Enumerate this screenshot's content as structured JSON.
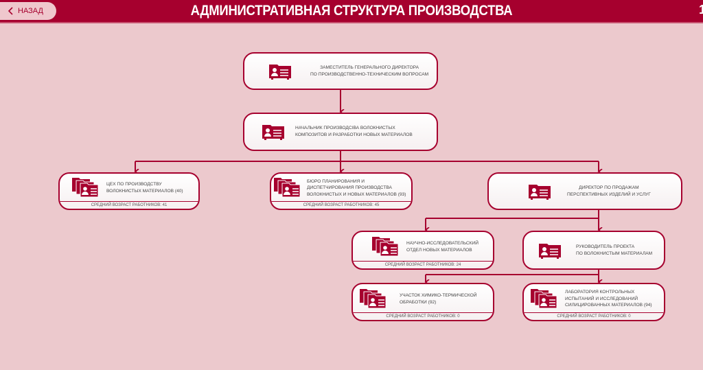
{
  "header": {
    "back_label": "НАЗАД",
    "title": "АДМИНИСТРАТИВНАЯ СТРУКТУРА ПРОИЗВОДСТВА",
    "page_fragment": "1"
  },
  "colors": {
    "accent": "#a6002e",
    "background": "#ecc9cd"
  },
  "nodes": {
    "deputy": {
      "label1": "ЗАМЕСТИТЕЛЬ ГЕНЕРАЛЬНОГО ДИРЕКТОРА",
      "label2": "ПО ПРОИЗВОДСТВЕННО-ТЕХНИЧЕСКИМ ВОПРОСАМ",
      "icon": "person-card-icon"
    },
    "head": {
      "label1": "НАЧАЛЬНИК ПРОИЗВОДСІВА ВОЛОКНИСТЫХ",
      "label2": "КОМПОЗИТОВ И РАЗРАБОТКИ НОВЫХ МАТЕРИАЛОВ",
      "icon": "person-card-icon"
    },
    "workshop": {
      "label1": "ЦЕХ ПО ПРОИЗВОДСТВУ",
      "label2": "ВОЛОКНИСТЫХ МАТЕРИАЛОВ (40)",
      "footer": "СРЕДНИЙ ВОЗРАСТ РАБОТНИКОВ: 41",
      "icon": "group-cards-icon"
    },
    "bureau": {
      "label1": "БЮРО ПЛАНИРОВАНИЯ И",
      "label2": "ДИСПЕТЧИРОВАНИЯ ПРОИЗВОДСТВА",
      "label3": "ВОЛОКНИСТЫХ И НОВЫХ МАТЕРИАЛОВ (93)",
      "footer": "СРЕДНИЙ ВОЗРАСТ РАБОТНИКОВ: 45",
      "icon": "group-cards-icon"
    },
    "sales": {
      "label1": "ДИРЕКТОР ПО ПРОДАЖАМ",
      "label2": "ПЕРСПЕКТИВНЫХ ИЗДЕЛИЙ И УСЛУГ",
      "icon": "person-card-icon"
    },
    "rnd": {
      "label1": "НАУЧНО-ИССЛЕДОВАТЕЛЬСКИЙ",
      "label2": "ОТДЕЛ НОВЫХ МАТЕРИАЛОВ",
      "footer": "СРЕДНИЙ ВОЗРАСТ РАБОТНИКОВ: 24",
      "icon": "group-cards-icon"
    },
    "project": {
      "label1": "РУКОВОДИТЕЛЬ ПРОЕКТА",
      "label2": "ПО ВОЛОКНИСТЫМ МАТЕРИАЛАМ",
      "icon": "person-card-icon"
    },
    "section": {
      "label1": "УЧАСТОК ХИМИКО-ТЕРМИЧЕСКОЙ",
      "label2": "ОБРАБОТКИ (92)",
      "footer": "СРЕДНИЙ ВОЗРАСТ РАБОТНИКОВ: 0",
      "icon": "group-cards-icon"
    },
    "lab": {
      "label1": "ЛАБОРАТОРИЯ КОНТРОЛЬНЫХ",
      "label2": "ИСПЫТАНИЙ И ИССЛЕДОВАНИЙ",
      "label3": "СИЛИЦИРОВАННЫХ МАТЕРИАЛОВ (94)",
      "footer": "СРЕДНИЙ ВОЗРАСТ РАБОТНИКОВ: 0",
      "icon": "group-cards-icon"
    }
  }
}
